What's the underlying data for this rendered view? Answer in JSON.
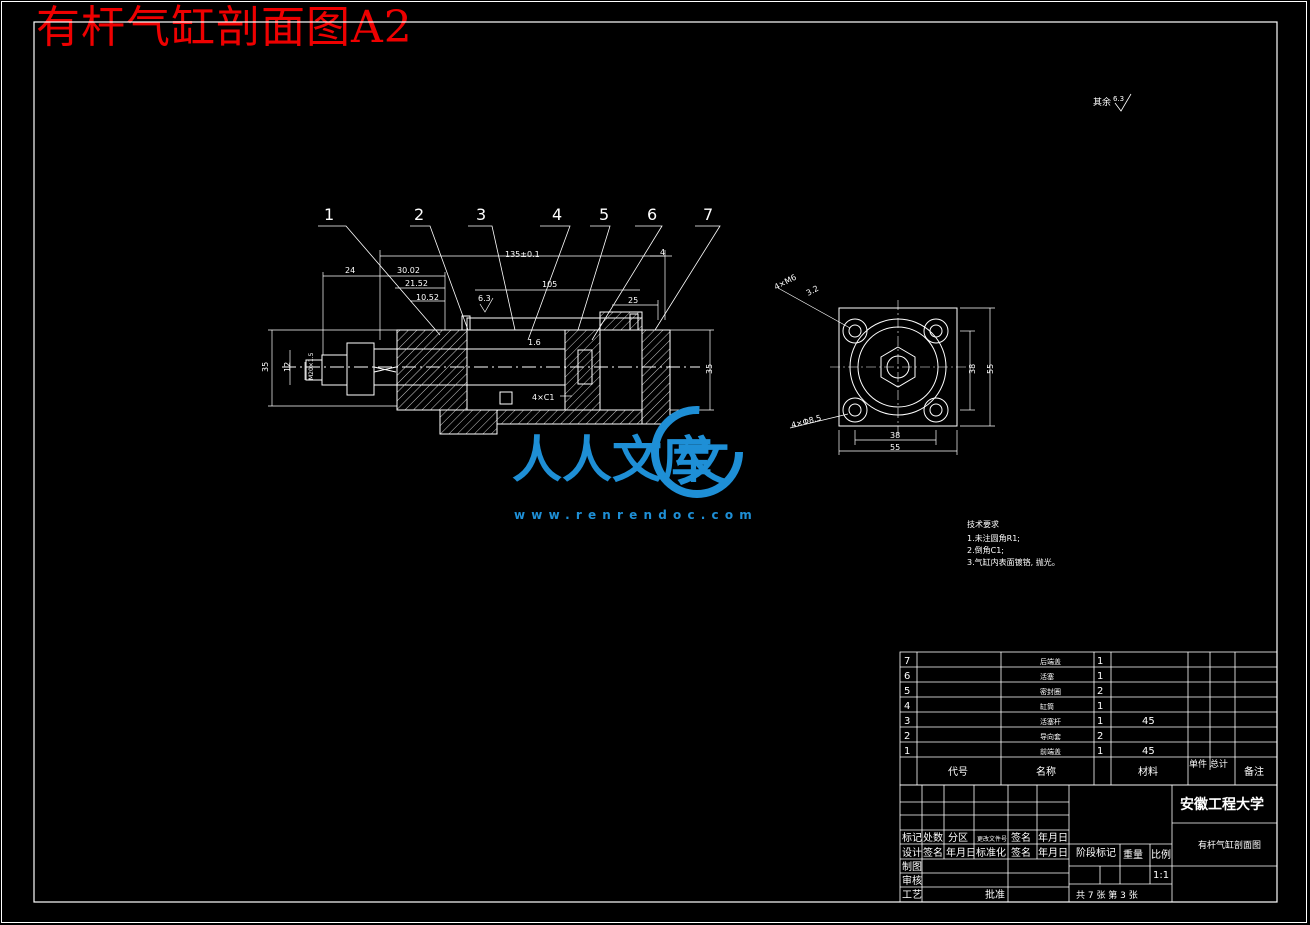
{
  "title": "有杆气缸剖面图A2",
  "roughness_note": {
    "label": "其余",
    "value": "6.3"
  },
  "balloons": [
    "1",
    "2",
    "3",
    "4",
    "5",
    "6",
    "7"
  ],
  "section_dims": {
    "overall": "135±0.1",
    "d24": "24",
    "d30": "30.02",
    "d21": "21.52",
    "d10": "10.52",
    "d105": "105",
    "d25": "25",
    "d4": "4",
    "rough1": "6.3",
    "rough2": "1.6",
    "chamfer": "4×C1",
    "h35_left": "35",
    "h12": "12",
    "h35_right": "35",
    "thread": "M20×1.5"
  },
  "end_view_dims": {
    "holes_top": "4×M6",
    "rough": "3.2",
    "holes_bottom": "4×Φ8.5",
    "w38": "38",
    "w55": "55",
    "h38": "38",
    "h55": "55"
  },
  "tech_notes": {
    "heading": "技术要求",
    "items": [
      "1.未注圆角R1;",
      "2.倒角C1;",
      "3.气缸内表面镀铬, 抛光。"
    ]
  },
  "bom": {
    "rows": [
      {
        "no": "7",
        "name": "后端盖",
        "qty": "1",
        "material": ""
      },
      {
        "no": "6",
        "name": "活塞",
        "qty": "1",
        "material": ""
      },
      {
        "no": "5",
        "name": "密封圈",
        "qty": "2",
        "material": ""
      },
      {
        "no": "4",
        "name": "缸筒",
        "qty": "1",
        "material": ""
      },
      {
        "no": "3",
        "name": "活塞杆",
        "qty": "1",
        "material": "45"
      },
      {
        "no": "2",
        "name": "导向套",
        "qty": "2",
        "material": ""
      },
      {
        "no": "1",
        "name": "前端盖",
        "qty": "1",
        "material": "45"
      }
    ],
    "header": {
      "code": "代号",
      "name": "名称",
      "material": "材料",
      "unit_total": "单件 总计",
      "remark": "备注"
    }
  },
  "title_block": {
    "school": "安徽工程大学",
    "drawing_name": "有杆气缸剖面图",
    "row_mark": [
      "标记",
      "处数",
      "分区",
      "更改文件号",
      "签名",
      "年月日"
    ],
    "row_design": [
      "设计",
      "签名",
      "年月日",
      "标准化",
      "签名",
      "年月日"
    ],
    "draw": "制图",
    "check": "审核",
    "process": "工艺",
    "approve": "批准",
    "stage": "阶段标记",
    "weight": "重量",
    "scale_label": "比例",
    "scale": "1:1",
    "sheets": "共 7 张  第 3 张"
  },
  "watermark": {
    "brand": "人人文库",
    "url": "www.renrendoc.com",
    "logo_letter": "文"
  },
  "colors": {
    "line": "#ffffff",
    "title": "#e00000",
    "watermark": "#1e8fd6"
  }
}
